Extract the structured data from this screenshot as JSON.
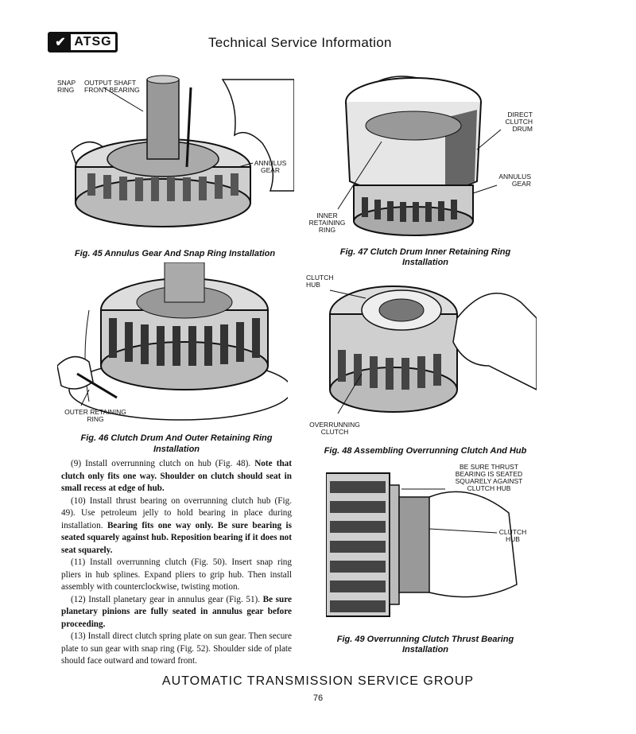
{
  "header": {
    "logo_text": "ATSG",
    "title": "Technical Service Information"
  },
  "figures": {
    "fig45": {
      "caption": "Fig. 45 Annulus Gear And Snap Ring Installation",
      "labels": [
        "SNAP RING",
        "OUTPUT SHAFT FRONT BEARING",
        "ANNULUS GEAR"
      ]
    },
    "fig46": {
      "caption_line1": "Fig. 46 Clutch Drum And Outer Retaining Ring",
      "caption_line2": "Installation",
      "labels": [
        "OUTER RETAINING RING"
      ]
    },
    "fig47": {
      "caption_line1": "Fig. 47 Clutch Drum Inner Retaining Ring",
      "caption_line2": "Installation",
      "labels": [
        "DIRECT CLUTCH DRUM",
        "ANNULUS GEAR",
        "INNER RETAINING RING"
      ]
    },
    "fig48": {
      "caption": "Fig. 48 Assembling Overrunning Clutch And Hub",
      "labels": [
        "CLUTCH HUB",
        "OVERRUNNING CLUTCH"
      ]
    },
    "fig49": {
      "caption_line1": "Fig. 49 Overrunning Clutch Thrust Bearing",
      "caption_line2": "Installation",
      "labels": [
        "BE SURE THRUST BEARING IS SEATED SQUARELY AGAINST CLUTCH HUB",
        "CLUTCH HUB"
      ]
    }
  },
  "body": {
    "p9_a": "(9) Install overrunning clutch on hub (Fig. 48). ",
    "p9_b": "Note that clutch only fits one way. Shoulder on clutch should seat in small recess at edge of hub.",
    "p10_a": "(10) Install thrust bearing on overrunning clutch hub (Fig. 49). Use petroleum jelly to hold bearing in place during installation. ",
    "p10_b": "Bearing fits one way only. Be sure bearing is seated squarely against hub. Reposition bearing if it does not seat squarely.",
    "p11": "(11) Install overrunning clutch (Fig. 50). Insert snap ring pliers in hub splines. Expand pliers to grip hub. Then install assembly with counterclockwise, twisting motion.",
    "p12_a": "(12) Install planetary gear in annulus gear (Fig. 51). ",
    "p12_b": "Be sure planetary pinions are fully seated in annulus gear before proceeding.",
    "p13": "(13) Install direct clutch spring plate on sun gear. Then secure plate to sun gear with snap ring (Fig. 52). Shoulder side of plate should face outward and toward front."
  },
  "footer": {
    "org": "AUTOMATIC TRANSMISSION SERVICE GROUP",
    "page": "76"
  }
}
